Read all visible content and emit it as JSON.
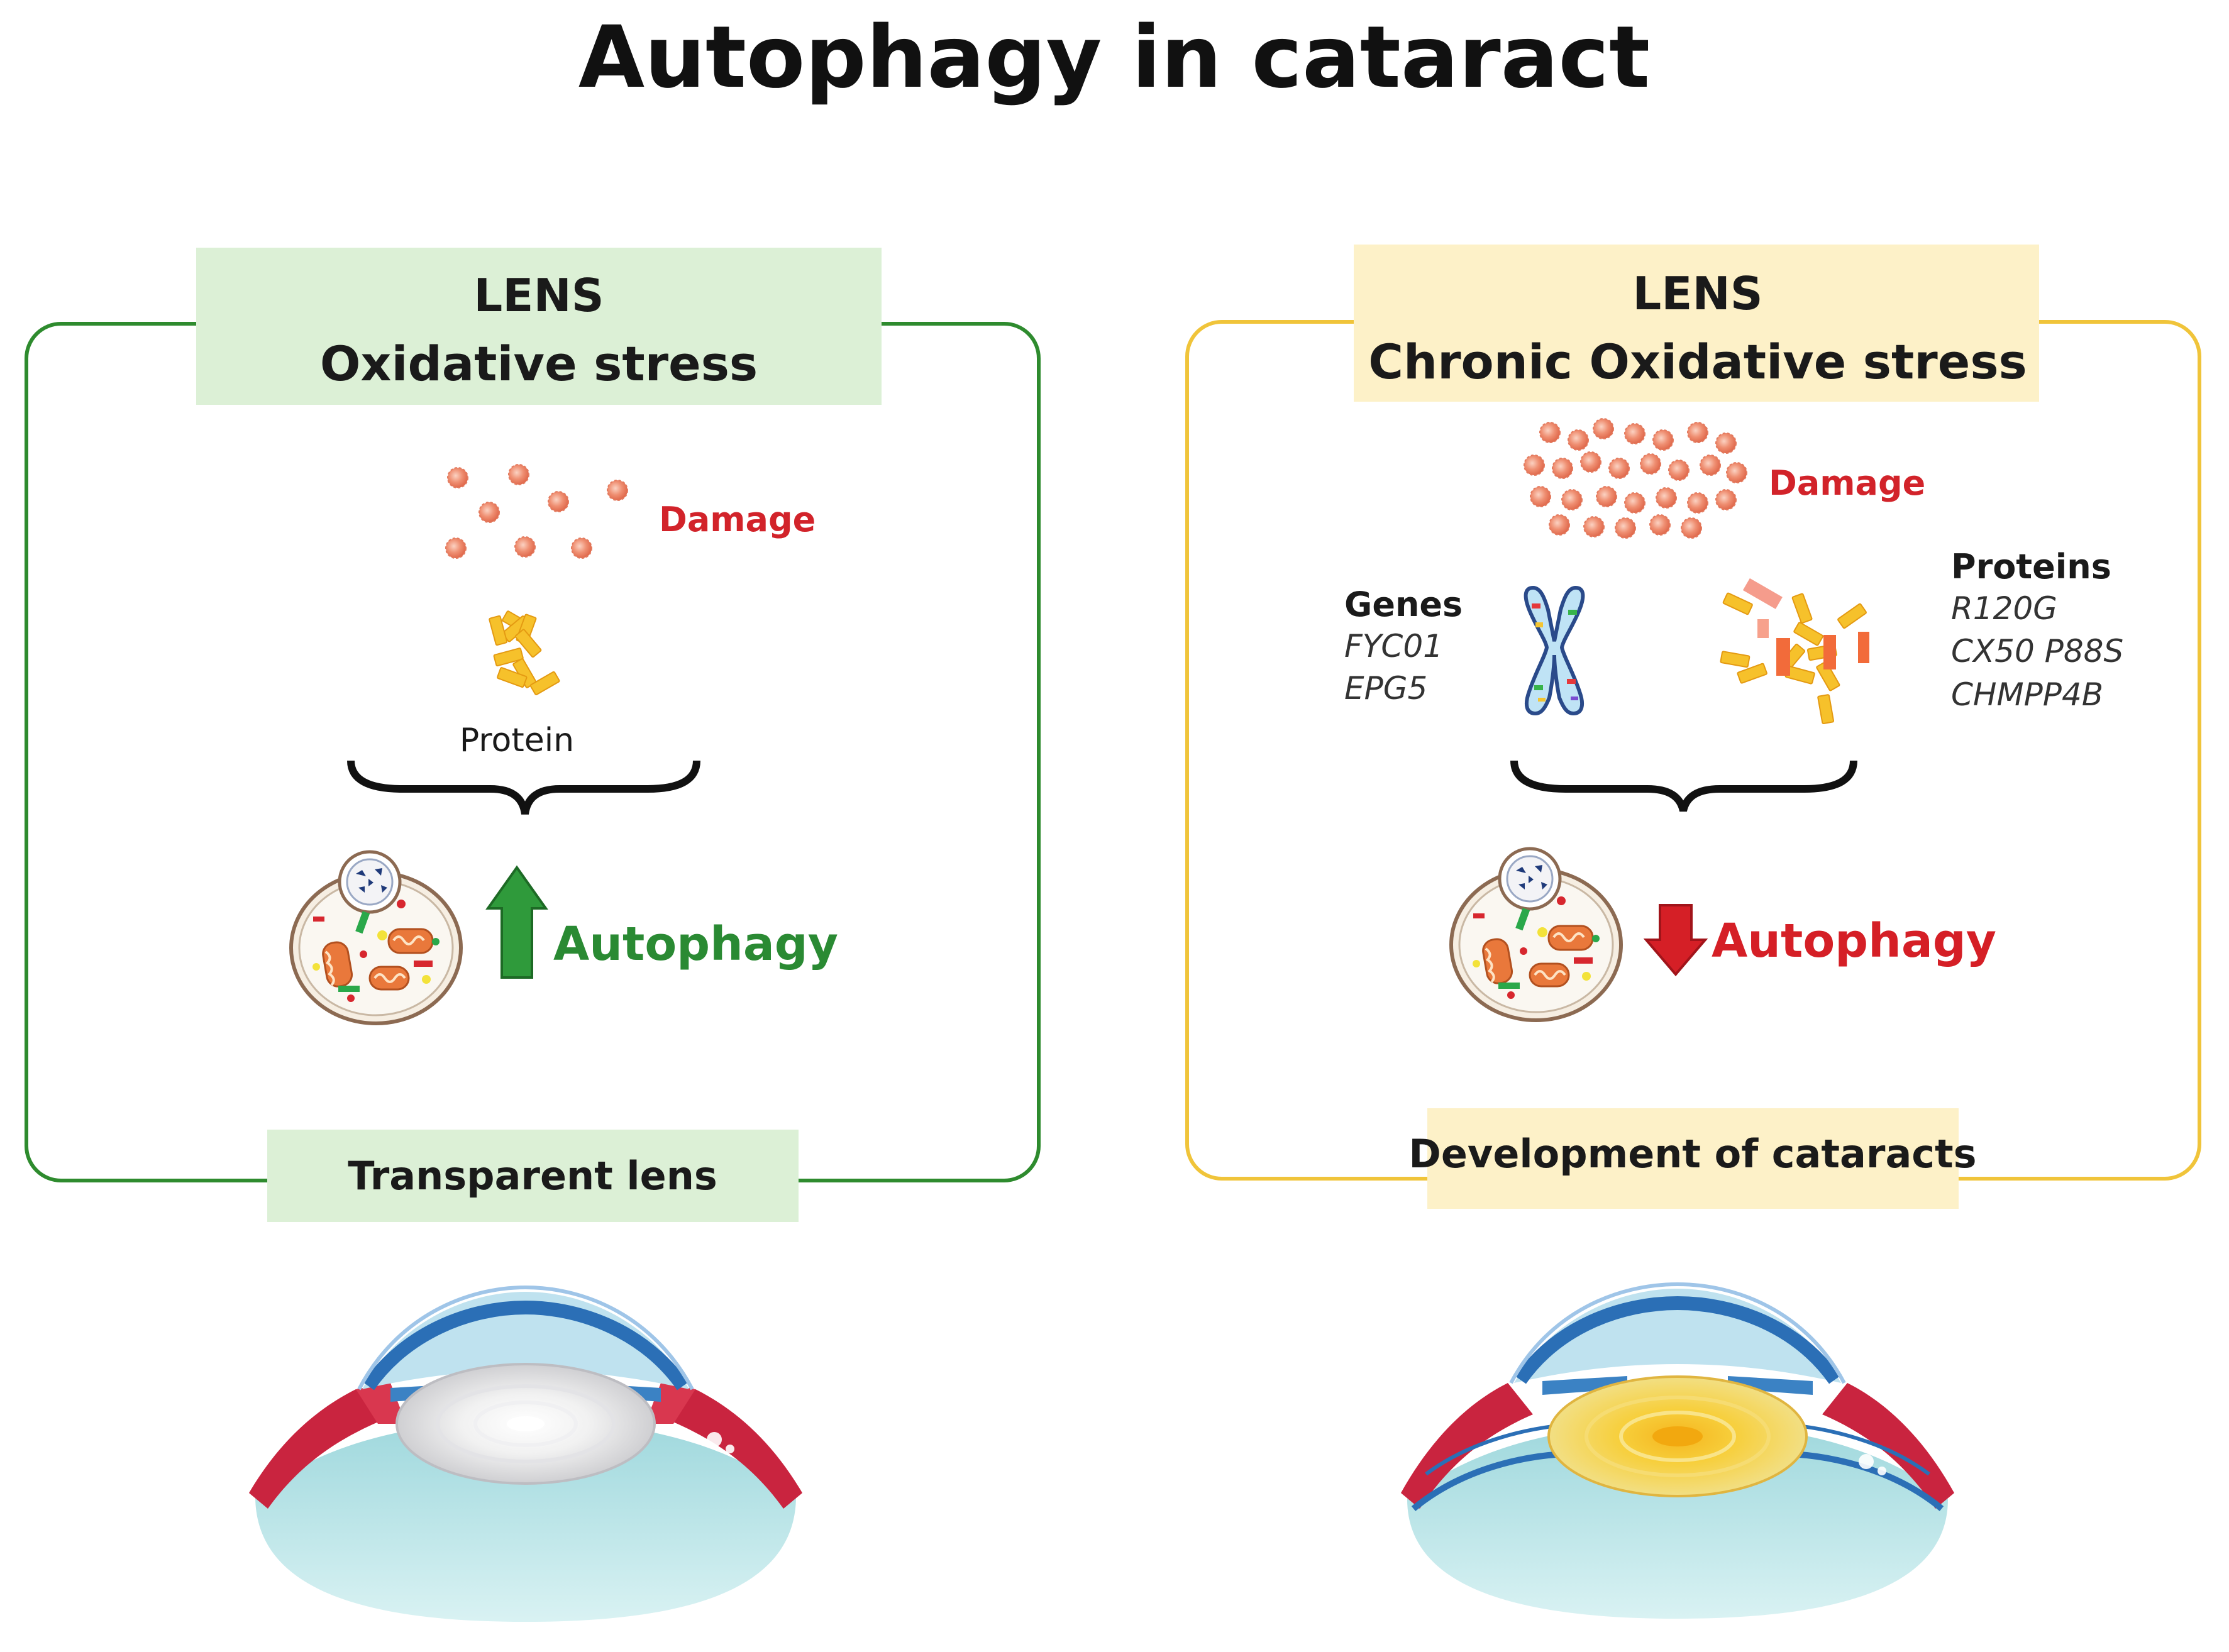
{
  "title": "Autophagy in cataract",
  "colors": {
    "healthy_border": "#2e8b2e",
    "healthy_fill": "#dcf0d6",
    "disease_border": "#f0c43a",
    "disease_fill": "#fdf1c8",
    "damage_text": "#d2232a",
    "up_arrow": "#2f9a3b",
    "down_arrow": "#d51f26"
  },
  "left_panel": {
    "header_line1": "LENS",
    "header_line2": "Oxidative stress",
    "damage_label": "Damage",
    "protein_label": "Protein",
    "autophagy_label": "Autophagy",
    "autophagy_direction": "up",
    "footer": "Transparent lens"
  },
  "right_panel": {
    "header_line1": "LENS",
    "header_line2": "Chronic Oxidative stress",
    "damage_label": "Damage",
    "genes_title": "Genes",
    "genes": [
      "FYC01",
      "EPG5"
    ],
    "proteins_title": "Proteins",
    "proteins": [
      "R120G",
      "CX50 P88S",
      "CHMPP4B"
    ],
    "autophagy_label": "Autophagy",
    "autophagy_direction": "down",
    "footer": "Development of cataracts"
  },
  "icons": [
    "ros-particle-icon",
    "protein-aggregate-icon",
    "cell-autophagosome-icon",
    "chromosome-icon",
    "eye-cross-section-icon"
  ]
}
